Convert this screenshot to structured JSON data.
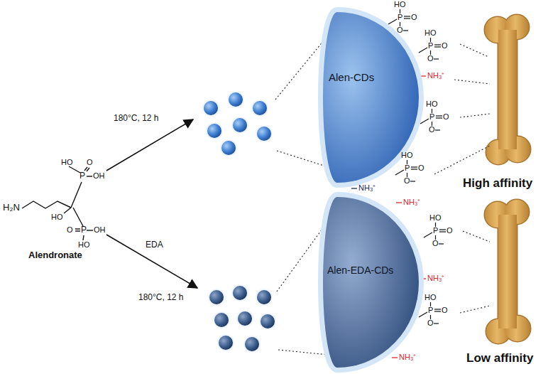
{
  "diagram": {
    "nodes": [
      {
        "text": [
          "Alen-CDs"
        ]
      },
      {
        "text": [
          "Alen-EDA-CDs"
        ]
      }
    ],
    "labels": [
      "H₂N",
      "HO",
      "HO",
      "O",
      "P",
      "OH",
      "O",
      "P",
      "OH",
      "HO",
      "Alendronate",
      "180°C, 12 h",
      "EDA",
      "180°C, 12 h",
      "HO",
      "P",
      "O",
      "O",
      "HO",
      "P",
      "O",
      "O",
      "HO",
      "P",
      "O",
      "O",
      "HO",
      "P",
      "O",
      "O",
      "NH₃⁺",
      "NH₃⁺",
      "NH₃⁺",
      "HO",
      "P",
      "O",
      "O",
      "NH₃⁺",
      "HO",
      "P",
      "O",
      "O",
      "NH₃⁺",
      "High affinity",
      "Low affinity"
    ]
  }
}
